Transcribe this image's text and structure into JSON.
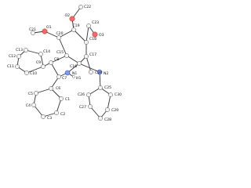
{
  "figure": {
    "atom_colors": {
      "C": "#f4f4f4",
      "O": "#ff6666",
      "N": "#7f9aff",
      "H": "#ffffff"
    },
    "atoms": [
      {
        "id": "C21",
        "label": "C21",
        "element": "C"
      },
      {
        "id": "O1",
        "label": "O1",
        "element": "O"
      },
      {
        "id": "C20",
        "label": "C20",
        "element": "C"
      },
      {
        "id": "O2",
        "label": "O2",
        "element": "O"
      },
      {
        "id": "C22",
        "label": "C22",
        "element": "C"
      },
      {
        "id": "C19",
        "label": "C19",
        "element": "C"
      },
      {
        "id": "C23",
        "label": "C23",
        "element": "C"
      },
      {
        "id": "O3",
        "label": "O3",
        "element": "O"
      },
      {
        "id": "C18",
        "label": "C18",
        "element": "C"
      },
      {
        "id": "C17",
        "label": "C17",
        "element": "C"
      },
      {
        "id": "C24",
        "label": "C24",
        "element": "C"
      },
      {
        "id": "C15",
        "label": "C15",
        "element": "C"
      },
      {
        "id": "C16",
        "label": "C16",
        "element": "C"
      },
      {
        "id": "C13",
        "label": "C13",
        "element": "C"
      },
      {
        "id": "C14",
        "label": "C14",
        "element": "C"
      },
      {
        "id": "C12",
        "label": "C12",
        "element": "C"
      },
      {
        "id": "C8",
        "label": "C8",
        "element": "C"
      },
      {
        "id": "C9",
        "label": "C9",
        "element": "C"
      },
      {
        "id": "C11",
        "label": "C11",
        "element": "C"
      },
      {
        "id": "C10",
        "label": "C10",
        "element": "C"
      },
      {
        "id": "N1",
        "label": "N1",
        "element": "N"
      },
      {
        "id": "H1",
        "label": "H1",
        "element": "H"
      },
      {
        "id": "N2",
        "label": "N2",
        "element": "N"
      },
      {
        "id": "C7",
        "label": "C7",
        "element": "C"
      },
      {
        "id": "C6",
        "label": "C6",
        "element": "C"
      },
      {
        "id": "C25",
        "label": "C25",
        "element": "C"
      },
      {
        "id": "C26",
        "label": "C26",
        "element": "C"
      },
      {
        "id": "C30",
        "label": "C30",
        "element": "C"
      },
      {
        "id": "C5",
        "label": "C5",
        "element": "C"
      },
      {
        "id": "C1",
        "label": "C1",
        "element": "C"
      },
      {
        "id": "C4",
        "label": "C4",
        "element": "C"
      },
      {
        "id": "C27",
        "label": "C27",
        "element": "C"
      },
      {
        "id": "C29",
        "label": "C29",
        "element": "C"
      },
      {
        "id": "C2",
        "label": "C2",
        "element": "C"
      },
      {
        "id": "C3",
        "label": "C3",
        "element": "C"
      },
      {
        "id": "C28",
        "label": "C28",
        "element": "C"
      }
    ],
    "bonds": [
      [
        "C21",
        "O1"
      ],
      [
        "O1",
        "C20"
      ],
      [
        "C20",
        "C19"
      ],
      [
        "C19",
        "O2"
      ],
      [
        "O2",
        "C22"
      ],
      [
        "C19",
        "C18"
      ],
      [
        "C18",
        "C23"
      ],
      [
        "C23",
        "O3"
      ],
      [
        "C18",
        "C17"
      ],
      [
        "C17",
        "C24"
      ],
      [
        "C17",
        "C16"
      ],
      [
        "C16",
        "C15"
      ],
      [
        "C15",
        "C20"
      ],
      [
        "C15",
        "C8"
      ],
      [
        "C16",
        "N1"
      ],
      [
        "N1",
        "H1"
      ],
      [
        "N1",
        "C7"
      ],
      [
        "C7",
        "C8"
      ],
      [
        "C7",
        "C6"
      ],
      [
        "C8",
        "C9"
      ],
      [
        "C9",
        "C14"
      ],
      [
        "C14",
        "C13"
      ],
      [
        "C13",
        "C12"
      ],
      [
        "C12",
        "C11"
      ],
      [
        "C11",
        "C10"
      ],
      [
        "C10",
        "C9"
      ],
      [
        "C16",
        "N2"
      ],
      [
        "N2",
        "C25"
      ],
      [
        "C25",
        "C26"
      ],
      [
        "C26",
        "C27"
      ],
      [
        "C27",
        "C28"
      ],
      [
        "C28",
        "C29"
      ],
      [
        "C29",
        "C30"
      ],
      [
        "C30",
        "C25"
      ],
      [
        "C6",
        "C1"
      ],
      [
        "C1",
        "C2"
      ],
      [
        "C2",
        "C3"
      ],
      [
        "C3",
        "C4"
      ],
      [
        "C4",
        "C5"
      ],
      [
        "C5",
        "C6"
      ]
    ]
  }
}
